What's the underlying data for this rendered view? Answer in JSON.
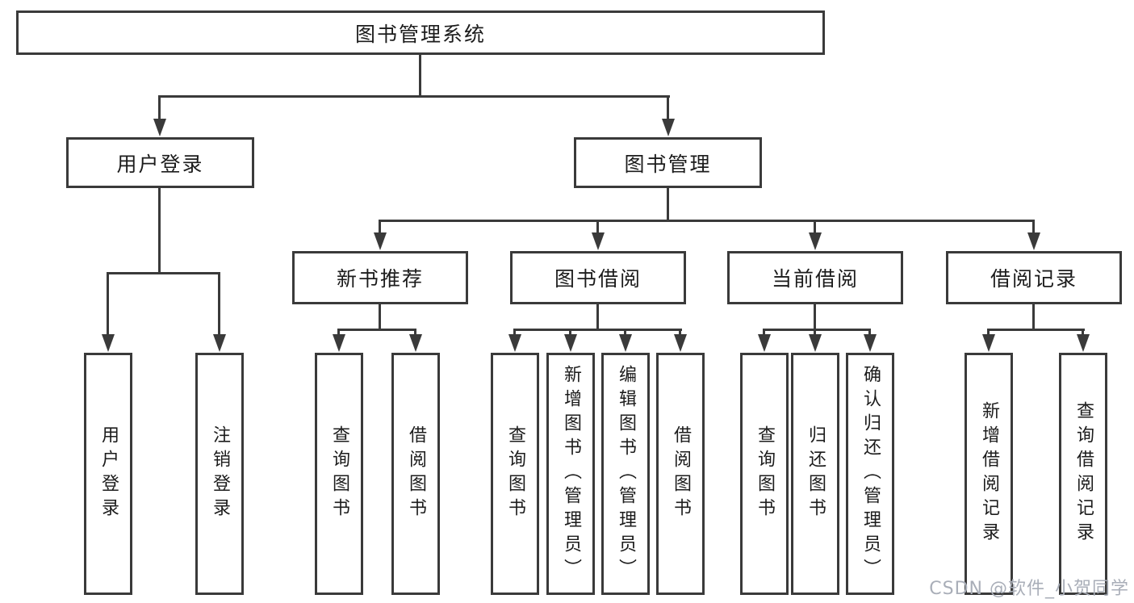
{
  "nodes": {
    "root": "图书管理系统",
    "level2": [
      "用户登录",
      "图书管理"
    ],
    "level3": [
      "新书推荐",
      "图书借阅",
      "当前借阅",
      "借阅记录"
    ],
    "leaves_user_login": [
      "用户登录",
      "注销登录"
    ],
    "leaves_new_books": [
      "查询图书",
      "借阅图书"
    ],
    "leaves_book_borrow": [
      "查询图书",
      "新增图书（管理员）",
      "编辑图书（管理员）",
      "借阅图书"
    ],
    "leaves_current_borrow": [
      "查询图书",
      "归还图书",
      "确认归还（管理员）"
    ],
    "leaves_borrow_records": [
      "新增借阅记录",
      "查询借阅记录"
    ]
  },
  "watermark": "CSDN @软件_小贺同学",
  "colors": {
    "line": "#3a3a3a",
    "text": "#1c1c1c",
    "watermark": "#a9aeb8",
    "background": "#ffffff"
  }
}
